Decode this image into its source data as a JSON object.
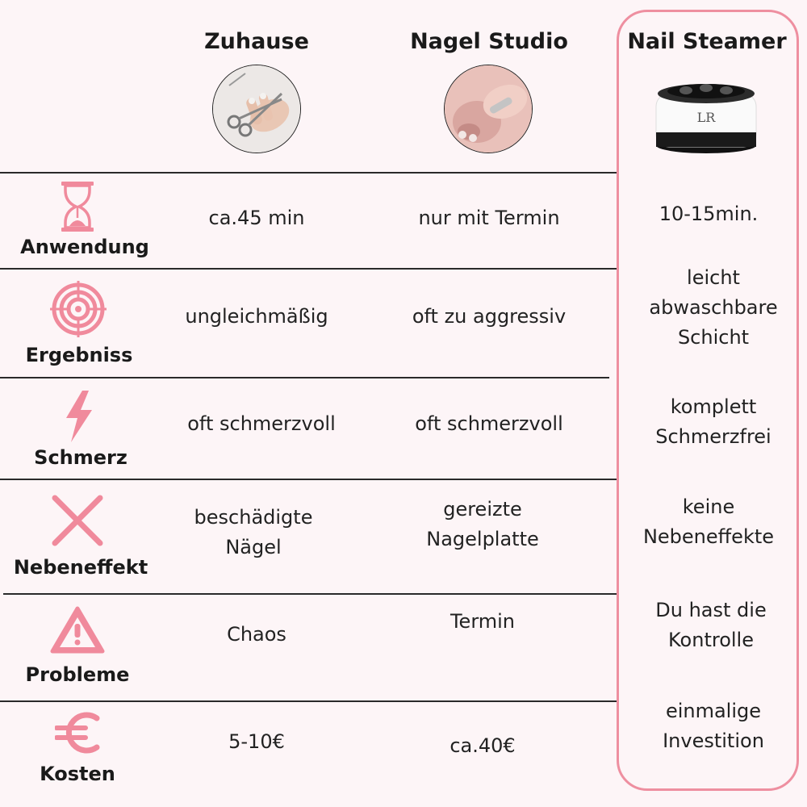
{
  "columns": {
    "home": "Zuhause",
    "studio": "Nagel Studio",
    "steamer": "Nail Steamer"
  },
  "brand_mark": "LR",
  "accent_color": "#f08a9c",
  "rows": [
    {
      "label": "Anwendung",
      "icon": "hourglass-icon",
      "home": "ca.45 min",
      "studio": "nur mit Termin",
      "steamer": "10-15min."
    },
    {
      "label": "Ergebniss",
      "icon": "target-icon",
      "home": "ungleichmäßig",
      "studio": "oft zu aggressiv",
      "steamer_lines": [
        "leicht",
        "abwaschbare",
        "Schicht"
      ]
    },
    {
      "label": "Schmerz",
      "icon": "lightning-icon",
      "home": "oft schmerzvoll",
      "studio": "oft schmerzvoll",
      "steamer_lines": [
        "komplett",
        "Schmerzfrei"
      ]
    },
    {
      "label": "Nebeneffekt",
      "icon": "cross-icon",
      "home_lines": [
        "beschädigte",
        "Nägel"
      ],
      "studio_lines": [
        "gereizte",
        "Nagelplatte"
      ],
      "steamer_lines": [
        "keine",
        "Nebeneffekte"
      ]
    },
    {
      "label": "Probleme",
      "icon": "warning-icon",
      "home": "Chaos",
      "studio": "Termin",
      "steamer_lines": [
        "Du hast die",
        "Kontrolle"
      ]
    },
    {
      "label": "Kosten",
      "icon": "euro-icon",
      "home": "5-10€",
      "studio": "ca.40€",
      "steamer_lines": [
        "einmalige",
        "Investition"
      ]
    }
  ]
}
